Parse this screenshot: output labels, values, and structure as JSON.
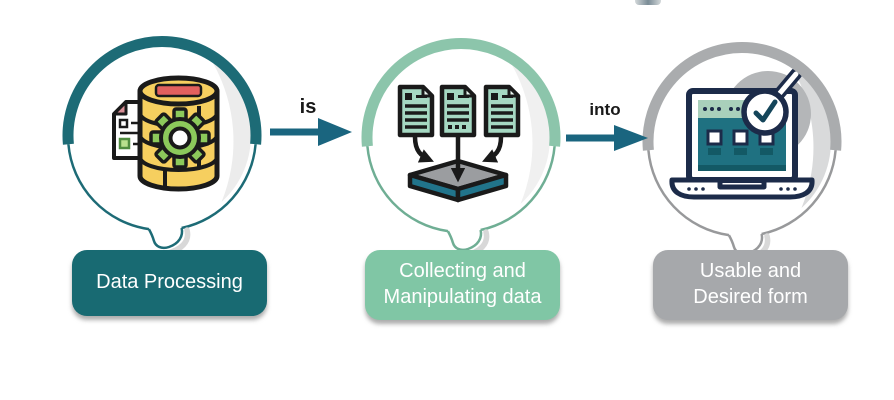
{
  "stages": [
    {
      "name": "data-processing",
      "lines": [
        "Data Processing"
      ],
      "icon": "database-gear-icon",
      "theme": "teal"
    },
    {
      "name": "collecting-manipulating",
      "lines": [
        "Collecting and",
        "Manipulating data"
      ],
      "icon": "documents-merge-icon",
      "theme": "mint"
    },
    {
      "name": "usable-desired",
      "lines": [
        "Usable and",
        "Desired form"
      ],
      "icon": "laptop-check-icon",
      "theme": "gray"
    }
  ],
  "connectors": [
    {
      "label": "is"
    },
    {
      "label": "into"
    }
  ],
  "colors": {
    "teal-ring": "#1d6b76",
    "teal-arrow": "#1a657f",
    "pill-teal": "#186a72",
    "mint-ring": "#8cc5ab",
    "mint-ring-thin": "#6fae94",
    "pill-mint": "#80c6a5",
    "gray-ring": "#aaacae",
    "gray-ring-thin": "#98999b",
    "pill-gray": "#a6a8ab",
    "icon-yellow": "#f6cf5f",
    "icon-red": "#e2605e",
    "icon-green": "#8cc95b",
    "icon-pink": "#d98f97",
    "doc-mint": "#a5d8c2",
    "box-teal": "#21748b",
    "box-gray": "#9b9da0",
    "navy": "#1c2b49",
    "screen-teal": "#1f7181",
    "screen-sage": "#a9d0bb",
    "text-dark": "#191919"
  }
}
